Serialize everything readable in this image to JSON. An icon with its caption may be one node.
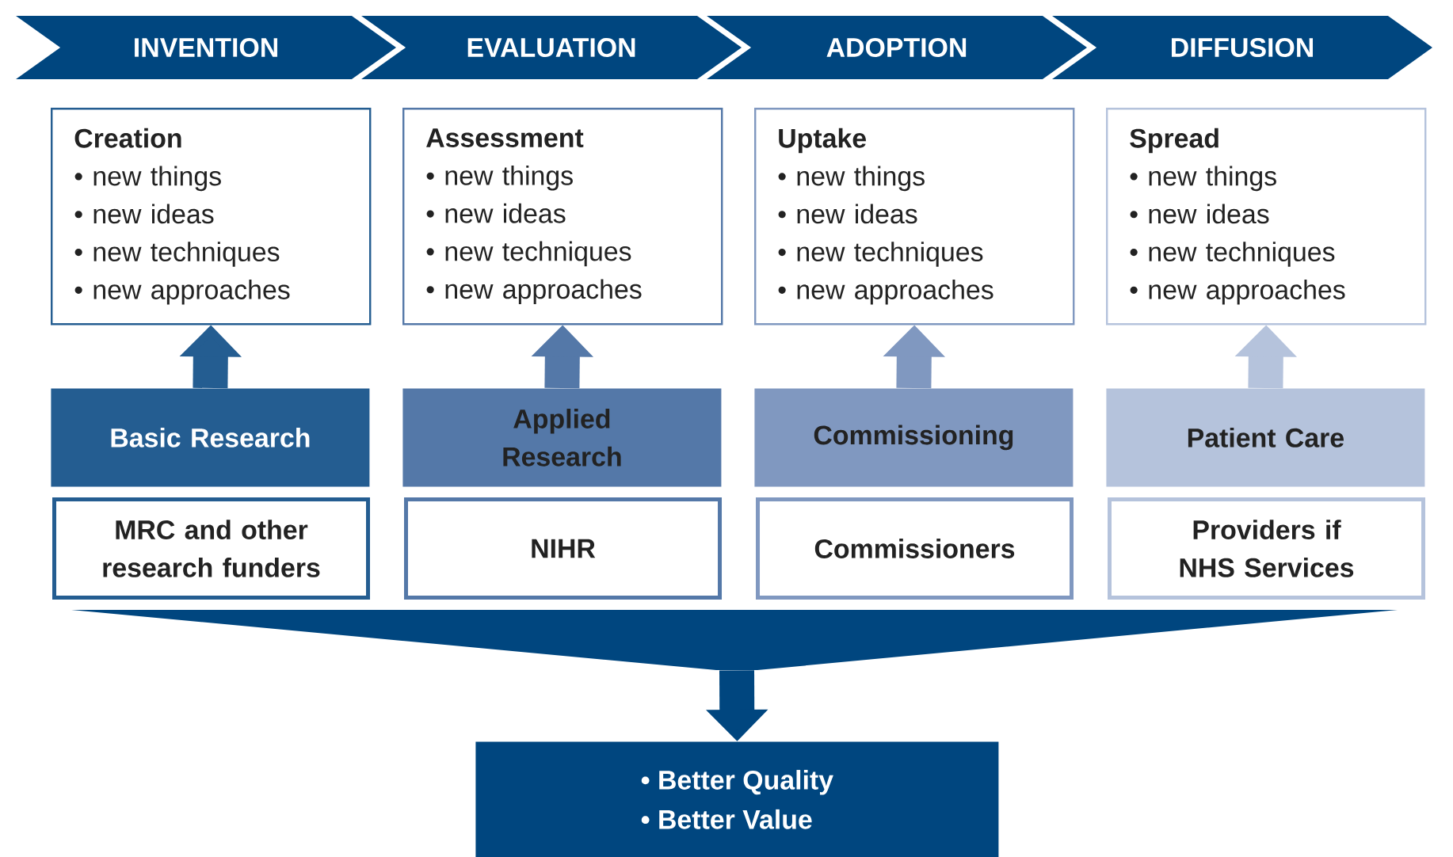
{
  "diagram": {
    "nodes": [
      {
        "text": [
          "INVENTION"
        ]
      },
      {
        "text": [
          "EVALUATION"
        ]
      },
      {
        "text": [
          "ADOPTION"
        ]
      },
      {
        "text": [
          "DIFFUSION"
        ]
      },
      {
        "text": [
          "Creation",
          "• new things",
          "• new ideas",
          "• new techniques",
          "• new approaches"
        ]
      },
      {
        "text": [
          "Assessment",
          "• new things",
          "• new ideas",
          "• new techniques",
          "• new approaches"
        ]
      },
      {
        "text": [
          "Uptake",
          "• new things",
          "• new ideas",
          "• new techniques",
          "• new approaches"
        ]
      },
      {
        "text": [
          "Spread",
          "• new things",
          "• new ideas",
          "• new techniques",
          "• new approaches"
        ]
      },
      {
        "text": [
          "Basic Research"
        ]
      },
      {
        "text": [
          "Applied Research"
        ]
      },
      {
        "text": [
          "Commissioning"
        ]
      },
      {
        "text": [
          "Patient Care"
        ]
      },
      {
        "text": [
          "MRC and other research funders"
        ]
      },
      {
        "text": [
          "NIHR"
        ]
      },
      {
        "text": [
          "Commissioners"
        ]
      },
      {
        "text": [
          "Providers if NHS Services"
        ]
      },
      {
        "text": [],
        "shape": "funnel"
      },
      {
        "text": [
          "• Better Quality",
          "• Better Value"
        ]
      }
    ],
    "edges": [
      {
        "from": 8,
        "to": 4,
        "arrow": "to",
        "color": "#245d91"
      },
      {
        "from": 9,
        "to": 5,
        "arrow": "to",
        "color": "#5478a8"
      },
      {
        "from": 10,
        "to": 6,
        "arrow": "to",
        "color": "#8098c0"
      },
      {
        "from": 11,
        "to": 7,
        "arrow": "to",
        "color": "#b5c3dc"
      },
      {
        "from": 16,
        "to": 17,
        "arrow": "to",
        "color": "#00467f"
      }
    ]
  }
}
